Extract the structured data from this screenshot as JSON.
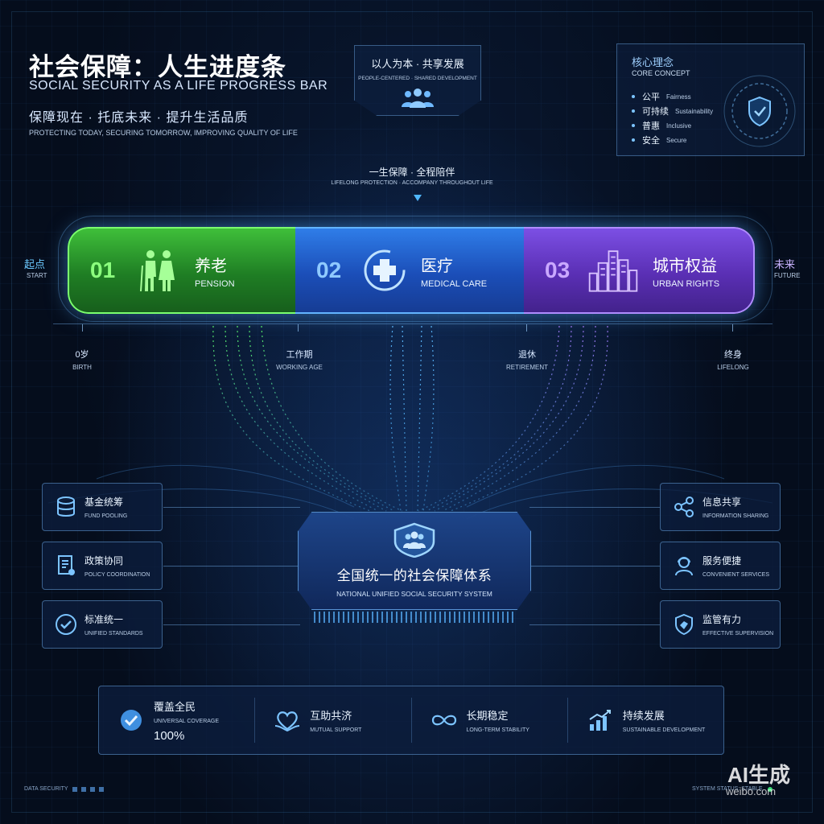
{
  "header": {
    "title_cn": "社会保障：人生进度条",
    "title_en": "SOCIAL SECURITY AS A LIFE PROGRESS BAR",
    "subtitle_cn": "保障现在 · 托底未来 · 提升生活品质",
    "subtitle_en": "PROTECTING TODAY, SECURING TOMORROW, IMPROVING QUALITY OF LIFE"
  },
  "top_center": {
    "cn": "以人为本 · 共享发展",
    "en": "PEOPLE-CENTERED · SHARED DEVELOPMENT",
    "icon": "people-group-icon"
  },
  "core_concept": {
    "title_cn": "核心理念",
    "title_en": "CORE CONCEPT",
    "items": [
      {
        "cn": "公平",
        "en": "Fairness"
      },
      {
        "cn": "可持续",
        "en": "Sustainability"
      },
      {
        "cn": "普惠",
        "en": "Inclusive"
      },
      {
        "cn": "安全",
        "en": "Secure"
      }
    ],
    "icon": "shield-check-icon"
  },
  "lifelong": {
    "cn": "一生保障 · 全程陪伴",
    "en": "LIFELONG PROTECTION · ACCOMPANY THROUGHOUT LIFE"
  },
  "progress": {
    "start_cn": "起点",
    "start_en": "START",
    "end_cn": "未来",
    "end_en": "FUTURE",
    "segments": [
      {
        "num": "01",
        "cn": "养老",
        "en": "PENSION",
        "icon": "elderly-couple-icon",
        "color": "#3fbf3a"
      },
      {
        "num": "02",
        "cn": "医疗",
        "en": "MEDICAL CARE",
        "icon": "medical-cross-icon",
        "color": "#2f7de8"
      },
      {
        "num": "03",
        "cn": "城市权益",
        "en": "URBAN RIGHTS",
        "icon": "city-buildings-icon",
        "color": "#7c4fe4"
      }
    ],
    "stages": [
      {
        "cn": "0岁",
        "en": "BIRTH"
      },
      {
        "cn": "工作期",
        "en": "WORKING AGE"
      },
      {
        "cn": "退休",
        "en": "RETIREMENT"
      },
      {
        "cn": "终身",
        "en": "LIFELONG"
      }
    ]
  },
  "left_cards": [
    {
      "cn": "基金统筹",
      "en": "FUND POOLING",
      "icon": "database-icon"
    },
    {
      "cn": "政策协同",
      "en": "POLICY COORDINATION",
      "icon": "document-icon"
    },
    {
      "cn": "标准统一",
      "en": "UNIFIED STANDARDS",
      "icon": "check-circle-icon"
    }
  ],
  "right_cards": [
    {
      "cn": "信息共享",
      "en": "INFORMATION SHARING",
      "icon": "share-nodes-icon"
    },
    {
      "cn": "服务便捷",
      "en": "CONVENIENT SERVICES",
      "icon": "user-service-icon"
    },
    {
      "cn": "监管有力",
      "en": "EFFECTIVE SUPERVISION",
      "icon": "shield-eagle-icon"
    }
  ],
  "center": {
    "cn": "全国统一的社会保障体系",
    "en": "NATIONAL UNIFIED SOCIAL SECURITY SYSTEM",
    "icon": "shield-people-icon"
  },
  "bottom": [
    {
      "cn": "覆盖全民",
      "en": "UNIVERSAL COVERAGE",
      "value": "100%",
      "icon": "check-badge-icon"
    },
    {
      "cn": "互助共济",
      "en": "MUTUAL SUPPORT",
      "icon": "heart-hands-icon"
    },
    {
      "cn": "长期稳定",
      "en": "LONG-TERM STABILITY",
      "icon": "infinity-icon"
    },
    {
      "cn": "持续发展",
      "en": "SUSTAINABLE DEVELOPMENT",
      "icon": "growth-chart-icon"
    }
  ],
  "footer": {
    "left": "DATA SECURITY",
    "right": "SYSTEM STATUS: STABLE"
  },
  "watermark": {
    "cn": "AI生成",
    "en": "weibo.com"
  }
}
